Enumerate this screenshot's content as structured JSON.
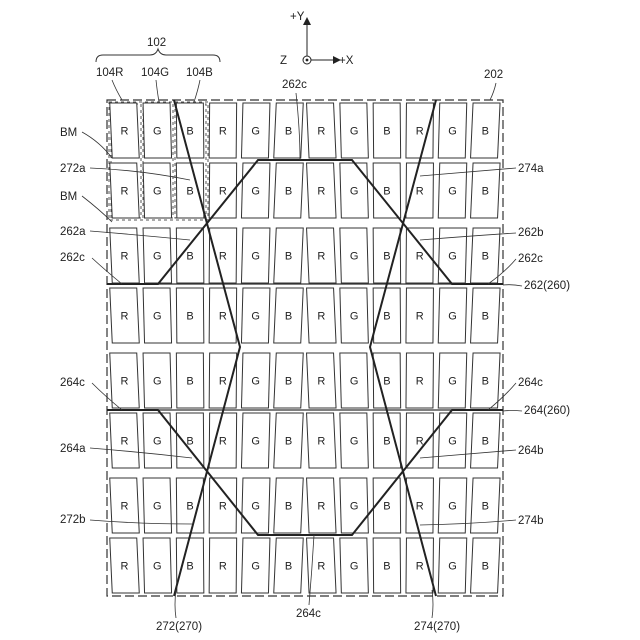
{
  "axes": {
    "y_label": "+Y",
    "x_label": "+X",
    "z_label": "Z"
  },
  "pixel_pattern": [
    "R",
    "G",
    "B",
    "R",
    "G",
    "B",
    "R",
    "G",
    "B",
    "R",
    "G",
    "B"
  ],
  "row_count": 8,
  "labels": {
    "ref_102": "102",
    "ref_104R": "104R",
    "ref_104G": "104G",
    "ref_104B": "104B",
    "ref_202": "202",
    "bm_top": "BM",
    "bm_mid": "BM",
    "ref_272a": "272a",
    "ref_262a": "262a",
    "ref_262c_left": "262c",
    "ref_262c_top": "262c",
    "ref_262c_right": "262c",
    "ref_262b": "262b",
    "ref_262_260": "262(260)",
    "ref_274a": "274a",
    "ref_264c_left": "264c",
    "ref_264c_right": "264c",
    "ref_264_260": "264(260)",
    "ref_264a": "264a",
    "ref_264b": "264b",
    "ref_272b": "272b",
    "ref_274b": "274b",
    "ref_264c_bottom": "264c",
    "ref_272_270": "272(270)",
    "ref_274_270": "274(270)"
  }
}
